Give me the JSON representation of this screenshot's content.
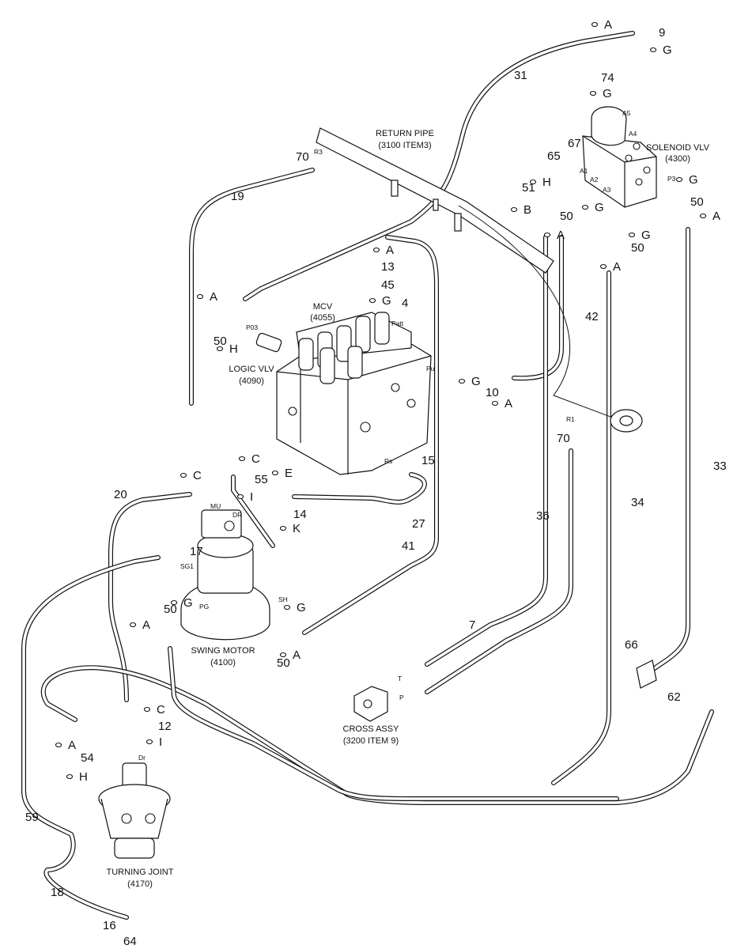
{
  "diagram": {
    "callouts": [
      "A",
      "9",
      "G",
      "31",
      "74",
      "G",
      "70",
      "67",
      "65",
      "19",
      "H",
      "51",
      "G",
      "50",
      "G",
      "50",
      "B",
      "A",
      "A",
      "G",
      "50",
      "A",
      "A",
      "13",
      "45",
      "4",
      "A",
      "G",
      "50",
      "H",
      "42",
      "G",
      "10",
      "A",
      "70",
      "C",
      "15",
      "E",
      "C",
      "55",
      "33",
      "I",
      "20",
      "14",
      "34",
      "K",
      "27",
      "36",
      "41",
      "17",
      "7",
      "G",
      "G",
      "50",
      "A",
      "66",
      "50",
      "A",
      "62",
      "C",
      "12",
      "A",
      "54",
      "I",
      "H",
      "59",
      "18",
      "16",
      "64"
    ],
    "ports": [
      "A5",
      "A4",
      "R3",
      "A1",
      "A2",
      "A3",
      "P3",
      "Patt",
      "P03",
      "Pu",
      "R1",
      "Rs",
      "MU",
      "DR",
      "SG1",
      "PG",
      "SH",
      "T",
      "P",
      "Dr"
    ],
    "components": {
      "return_pipe": "RETURN PIPE",
      "return_pipe_ref": "(3100 ITEM3)",
      "solenoid_valve": "SOLENOID VLV",
      "solenoid_valve_ref": "(4300)",
      "mcv": "MCV",
      "mcv_ref": "(4055)",
      "logic_valve": "LOGIC VLV",
      "logic_valve_ref": "(4090)",
      "swing_motor": "SWING MOTOR",
      "swing_motor_ref": "(4100)",
      "cross_assy": "CROSS ASSY",
      "cross_assy_ref": "(3200 ITEM 9)",
      "turning_joint": "TURNING JOINT",
      "turning_joint_ref": "(4170)"
    }
  }
}
